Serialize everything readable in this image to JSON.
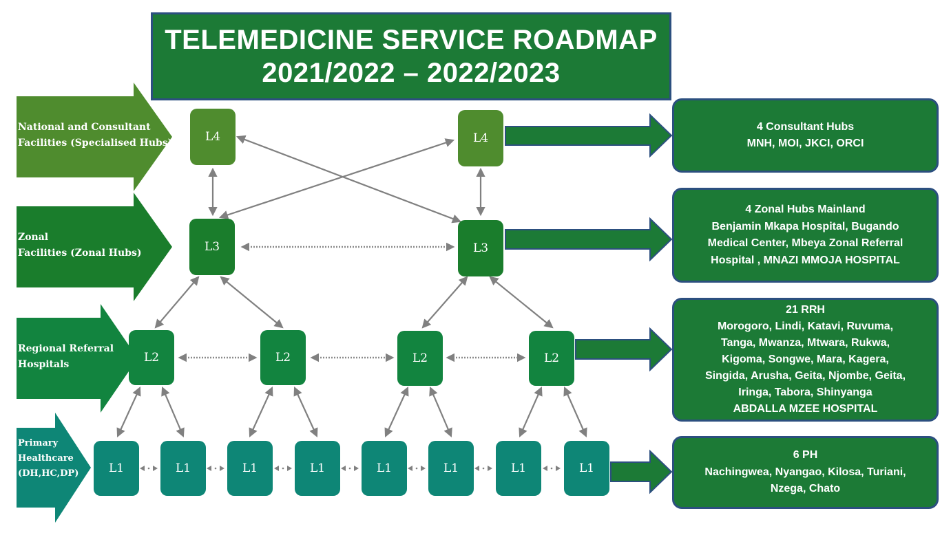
{
  "title": {
    "line1": "TELEMEDICINE SERVICE  ROADMAP",
    "line2": "2021/2022 – 2022/2023"
  },
  "tiers": [
    {
      "label": "National and Consultant\nFacilities (Specialised Hubs)",
      "color": "#4f8c2e"
    },
    {
      "label": "Zonal\nFacilities (Zonal Hubs)",
      "color": "#1a7d2c"
    },
    {
      "label": "Regional Referral\nHospitals",
      "color": "#12843f"
    },
    {
      "label": "Primary\nHealthcare\n(DH,HC,DP)",
      "color": "#0e8676"
    }
  ],
  "nodes": {
    "l4": [
      "L4",
      "L4"
    ],
    "l3": [
      "L3",
      "L3"
    ],
    "l2": [
      "L2",
      "L2",
      "L2",
      "L2"
    ],
    "l1": [
      "L1",
      "L1",
      "L1",
      "L1",
      "L1",
      "L1",
      "L1",
      "L1"
    ]
  },
  "info_boxes": [
    {
      "lines": [
        "4 Consultant Hubs",
        "MNH, MOI, JKCI, ORCI"
      ]
    },
    {
      "lines": [
        "4 Zonal Hubs Mainland",
        "Benjamin Mkapa Hospital, Bugando",
        "Medical Center, Mbeya Zonal Referral",
        "Hospital ,  MNAZI MMOJA HOSPITAL"
      ]
    },
    {
      "lines": [
        "21 RRH",
        "Morogoro, Lindi, Katavi, Ruvuma,",
        "Tanga,  Mwanza, Mtwara, Rukwa,",
        "Kigoma, Songwe, Mara, Kagera,",
        "Singida, Arusha, Geita, Njombe, Geita,",
        "Iringa, Tabora, Shinyanga",
        "ABDALLA MZEE HOSPITAL"
      ]
    },
    {
      "lines": [
        "6 PH",
        "Nachingwea, Nyangao, Kilosa, Turiani,",
        "Nzega, Chato"
      ]
    }
  ],
  "colors": {
    "title_bg": "#1c7a36",
    "box_border": "#2c4f7f",
    "connector": "#808080",
    "feed_arrow": "#1c7a36"
  }
}
